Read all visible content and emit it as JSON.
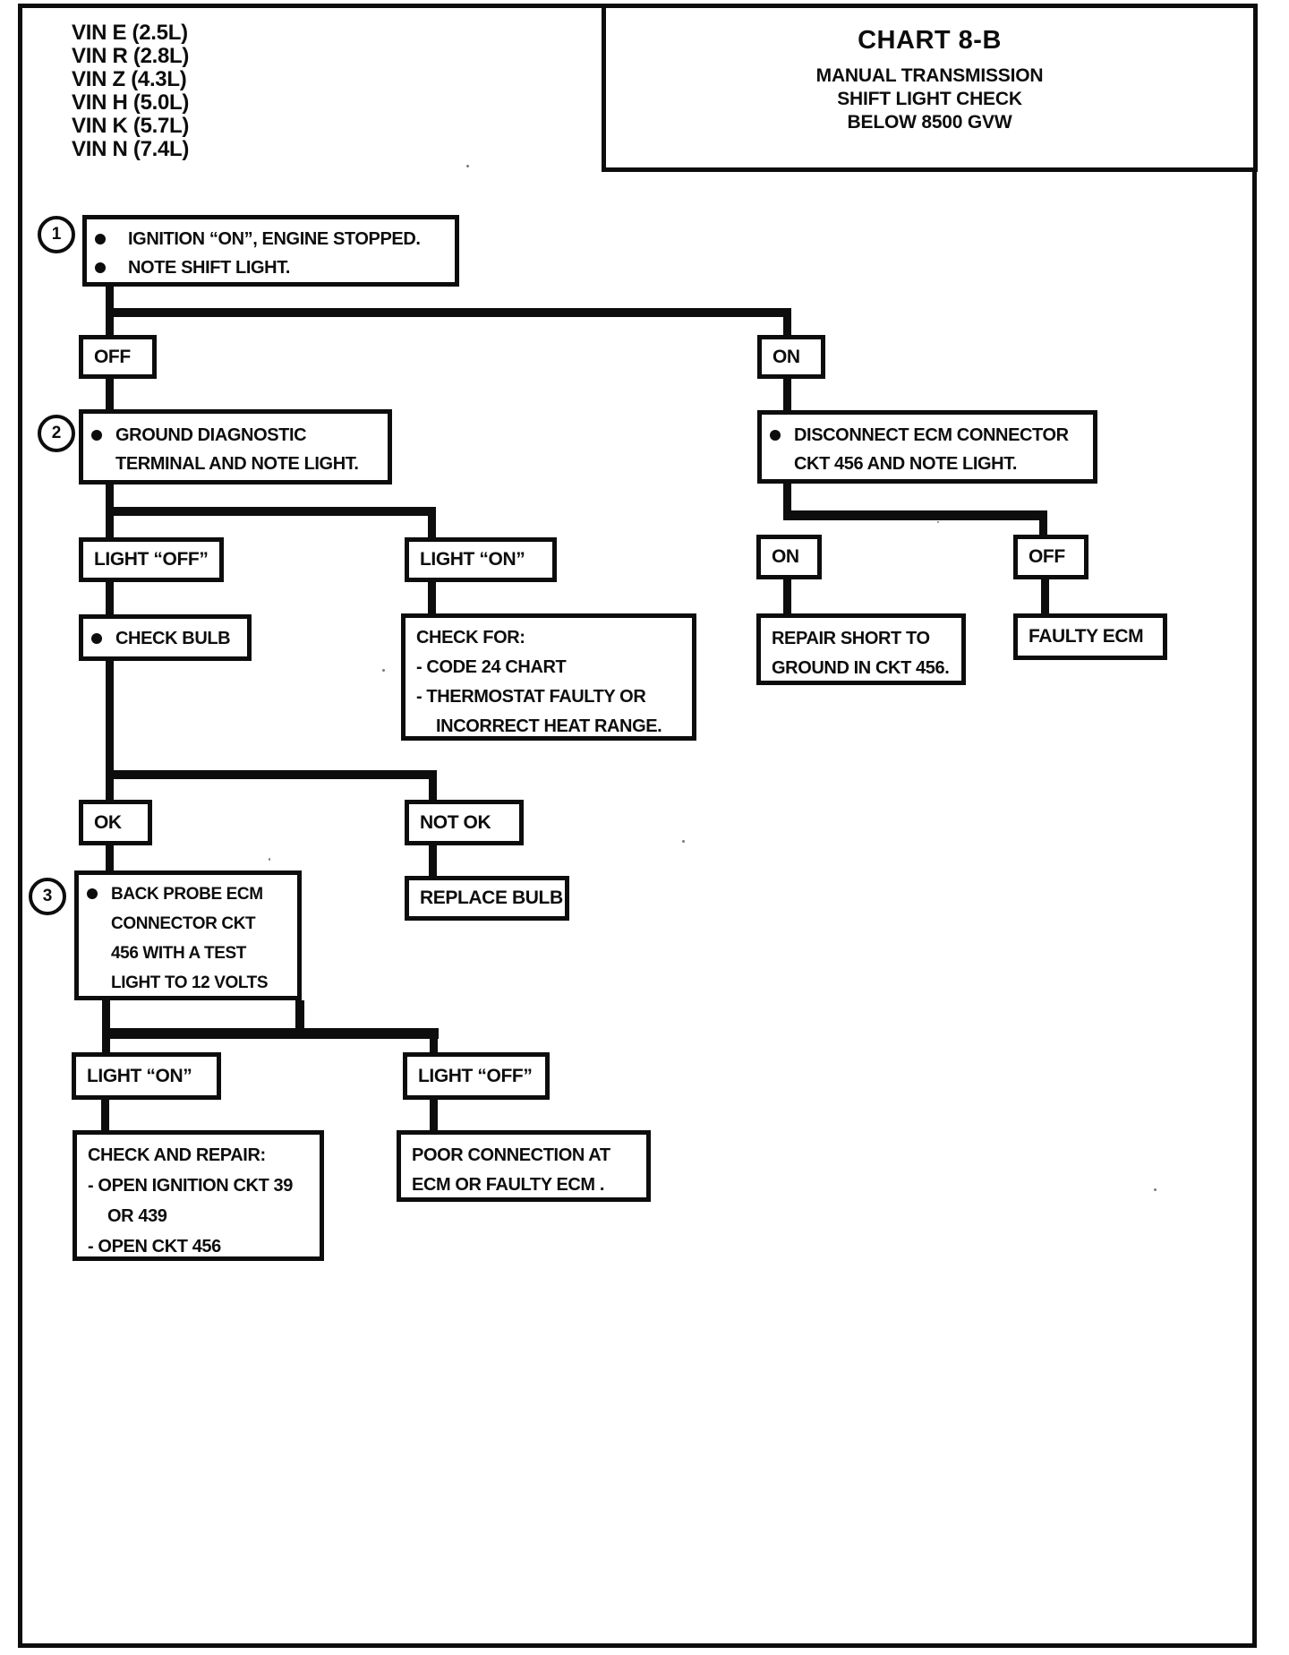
{
  "colors": {
    "ink": "#0d0d0d",
    "paper": "#ffffff"
  },
  "page": {
    "vin_labels": [
      "VIN E (2.5L)",
      "VIN R (2.8L)",
      "VIN Z (4.3L)",
      "VIN H (5.0L)",
      "VIN K (5.7L)",
      "VIN N (7.4L)"
    ],
    "header": {
      "title": "CHART 8-B",
      "subtitle1": "MANUAL TRANSMISSION",
      "subtitle2": "SHIFT LIGHT CHECK",
      "subtitle3": "BELOW 8500 GVW"
    }
  },
  "nodes": {
    "step1": {
      "number": "1",
      "line1": "IGNITION “ON”, ENGINE STOPPED.",
      "line2": "NOTE SHIFT LIGHT."
    },
    "off_left": {
      "label": "OFF"
    },
    "on_right": {
      "label": "ON"
    },
    "step2": {
      "number": "2",
      "line1": "GROUND DIAGNOSTIC",
      "line2": "TERMINAL AND NOTE LIGHT."
    },
    "disconnect_ecm": {
      "line1": "DISCONNECT ECM  CONNECTOR",
      "line2": "CKT 456 AND NOTE LIGHT."
    },
    "light_off_1": {
      "label": "LIGHT “OFF”"
    },
    "light_on_1": {
      "label": "LIGHT “ON”"
    },
    "check_bulb": {
      "label": "CHECK BULB"
    },
    "check_for": {
      "line1": "CHECK FOR:",
      "line2": "- CODE 24 CHART",
      "line3": "- THERMOSTAT FAULTY OR",
      "line4": "INCORRECT HEAT RANGE."
    },
    "on_2": {
      "label": "ON"
    },
    "off_2": {
      "label": "OFF"
    },
    "repair_short": {
      "line1": "REPAIR SHORT TO",
      "line2": "GROUND IN CKT 456."
    },
    "faulty_ecm": {
      "label": "FAULTY ECM"
    },
    "ok": {
      "label": "OK"
    },
    "not_ok": {
      "label": "NOT OK"
    },
    "step3": {
      "number": "3",
      "line1": "BACK PROBE ECM",
      "line2": "CONNECTOR CKT",
      "line3": "456 WITH A TEST",
      "line4": "LIGHT TO 12 VOLTS"
    },
    "replace_bulb": {
      "label": "REPLACE BULB"
    },
    "light_on_2": {
      "label": "LIGHT “ON”"
    },
    "light_off_2": {
      "label": "LIGHT “OFF”"
    },
    "check_and_repair": {
      "line1": "CHECK AND REPAIR:",
      "line2": "- OPEN IGNITION CKT 39",
      "line3": "OR 439",
      "line4": "- OPEN CKT 456"
    },
    "poor_connection": {
      "line1": "POOR CONNECTION AT",
      "line2": "ECM OR FAULTY ECM ."
    }
  }
}
